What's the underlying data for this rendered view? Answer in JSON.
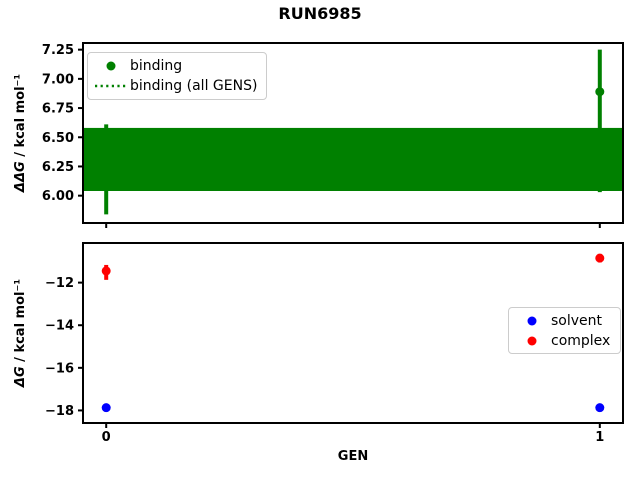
{
  "figure": {
    "title": "RUN6985",
    "background": "#ffffff",
    "frame_color": "#000000"
  },
  "chart_data": [
    {
      "type": "scatter",
      "panel": "top",
      "ylabel": {
        "math": "ΔΔG",
        "rest": " / kcal mol⁻¹"
      },
      "xlim": [
        -0.047,
        1.047
      ],
      "ylim": [
        5.766,
        7.307
      ],
      "grid": false,
      "yticks": {
        "values": [
          6.0,
          6.25,
          6.5,
          6.75,
          7.0,
          7.25
        ],
        "labels": [
          "6.00",
          "6.25",
          "6.50",
          "6.75",
          "7.00",
          "7.25"
        ]
      },
      "xticks": {
        "values": [
          0,
          1
        ],
        "labels": [
          "",
          ""
        ]
      },
      "band": {
        "label": "binding (all GENS)",
        "ymin": 6.04,
        "ymax": 6.58,
        "center": 6.31,
        "color": "#008000",
        "center_linestyle": "dotted"
      },
      "series": [
        {
          "name": "binding",
          "color": "#008000",
          "marker": "circle",
          "x": [
            0,
            1
          ],
          "y": [
            6.22,
            6.89
          ],
          "yerr_low": [
            5.84,
            6.03
          ],
          "yerr_high": [
            6.61,
            7.25
          ]
        }
      ],
      "legend": {
        "position": "upper-left",
        "items": [
          {
            "label": "binding",
            "marker": "dot",
            "color": "#008000"
          },
          {
            "label": "binding (all GENS)",
            "marker": "dotted-line",
            "color": "#008000"
          }
        ]
      }
    },
    {
      "type": "scatter",
      "panel": "bottom",
      "ylabel": {
        "math": "ΔG",
        "rest": " / kcal mol⁻¹"
      },
      "xlabel": "GEN",
      "xlim": [
        -0.047,
        1.047
      ],
      "ylim": [
        -18.59,
        -10.14
      ],
      "grid": false,
      "yticks": {
        "values": [
          -18,
          -16,
          -14,
          -12
        ],
        "labels": [
          "−18",
          "−16",
          "−14",
          "−12"
        ]
      },
      "xticks": {
        "values": [
          0,
          1
        ],
        "labels": [
          "0",
          "1"
        ]
      },
      "series": [
        {
          "name": "solvent",
          "color": "#0000ff",
          "marker": "circle",
          "x": [
            0,
            1
          ],
          "y": [
            -17.87,
            -17.87
          ],
          "yerr_low": [
            -17.95,
            -17.95
          ],
          "yerr_high": [
            -17.79,
            -17.79
          ]
        },
        {
          "name": "complex",
          "color": "#ff0000",
          "marker": "circle",
          "x": [
            0,
            1
          ],
          "y": [
            -11.45,
            -10.85
          ],
          "yerr_low": [
            -11.87,
            -11.05
          ],
          "yerr_high": [
            -11.17,
            -10.65
          ]
        }
      ],
      "legend": {
        "position": "center-right",
        "items": [
          {
            "label": "solvent",
            "marker": "dot",
            "color": "#0000ff"
          },
          {
            "label": "complex",
            "marker": "dot",
            "color": "#ff0000"
          }
        ]
      }
    }
  ]
}
